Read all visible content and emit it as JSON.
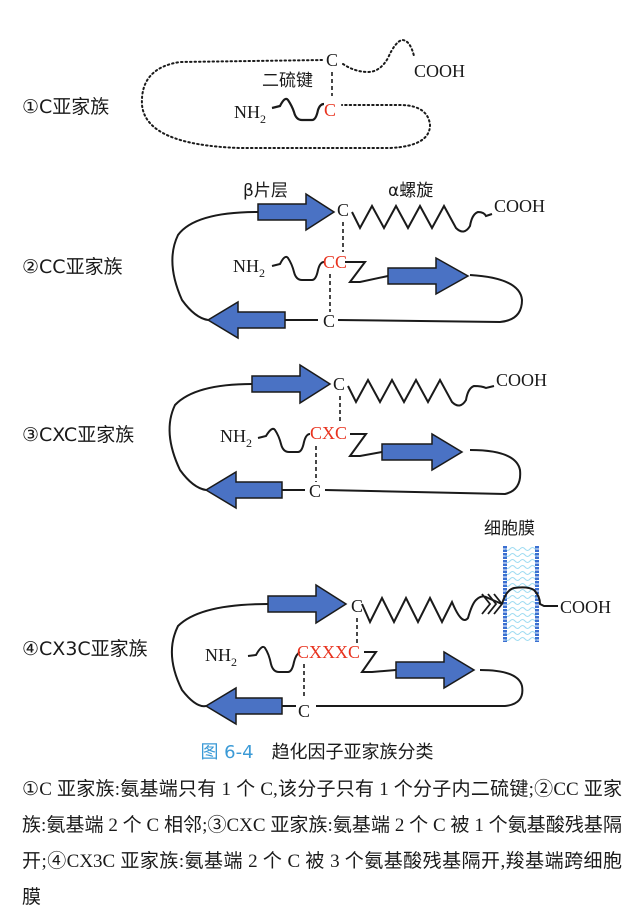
{
  "figure": {
    "number": "图 6-4",
    "title": "趋化因子亚家族分类"
  },
  "colors": {
    "strand_fill": "#4a72c4",
    "cysteine_red": "#e8321e",
    "caption_blue": "#3b9ad6",
    "membrane_blue": "#3a6fd1",
    "membrane_light": "#9fdcf2"
  },
  "panels": [
    {
      "id": "c",
      "label": "①C亚家族",
      "top_cys": "C",
      "bottom_cys": "C",
      "n_terminus": "NH",
      "n_sub": "2",
      "c_terminus": "COOH",
      "bond_label": "二硫键"
    },
    {
      "id": "cc",
      "label": "②CC亚家族",
      "top_cys": "C",
      "motif": "CC",
      "lower_cys": "C",
      "n_terminus": "NH",
      "n_sub": "2",
      "c_terminus": "COOH",
      "beta_label": "β片层",
      "alpha_label": "α螺旋"
    },
    {
      "id": "cxc",
      "label": "③CXC亚家族",
      "top_cys": "C",
      "motif": "CXC",
      "lower_cys": "C",
      "n_terminus": "NH",
      "n_sub": "2",
      "c_terminus": "COOH"
    },
    {
      "id": "cx3c",
      "label": "④CX3C亚家族",
      "top_cys": "C",
      "motif": "CXXXC",
      "lower_cys": "C",
      "n_terminus": "NH",
      "n_sub": "2",
      "c_terminus": "COOH",
      "membrane_label": "细胞膜"
    }
  ],
  "description": "①C 亚家族:氨基端只有 1 个 C,该分子只有 1 个分子内二硫键;②CC 亚家族:氨基端 2 个 C 相邻;③CXC 亚家族:氨基端 2 个 C 被 1 个氨基酸残基隔开;④CX3C 亚家族:氨基端 2 个 C 被 3 个氨基酸残基隔开,羧基端跨细胞膜"
}
